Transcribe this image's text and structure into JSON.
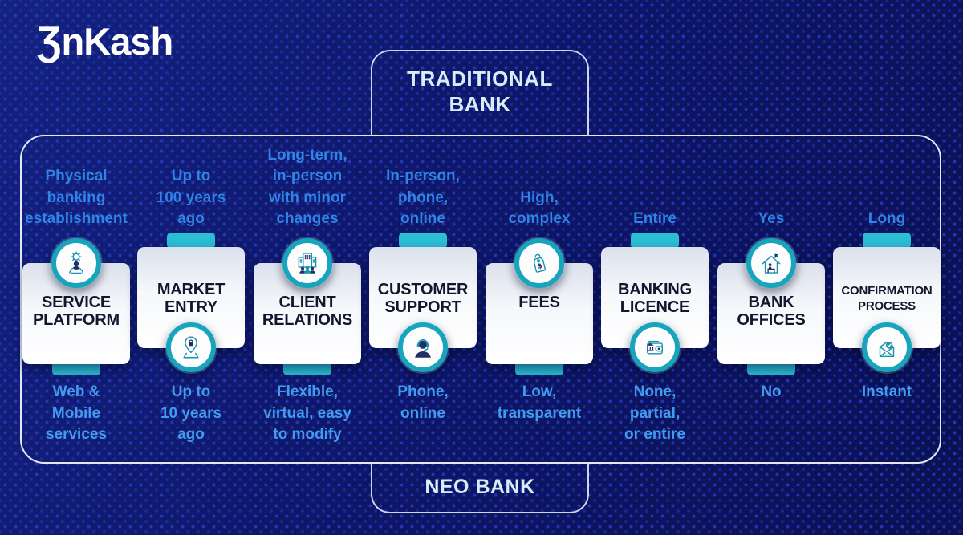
{
  "brand": {
    "logo_glyph": "Ʒ",
    "logo_rest": "nKash"
  },
  "labels": {
    "traditional": "TRADITIONAL\nBANK",
    "neo": "NEO BANK"
  },
  "colors": {
    "background_navy": "#0e1768",
    "dot_blue": "#2a3ed2",
    "accent_teal": "#2abfd5",
    "ring_teal": "#17a5be",
    "traditional_text_blue": "#2f84e4",
    "neo_text_blue": "#419cef",
    "label_light_blue": "#d6edfa",
    "card_title_dark": "#14162e"
  },
  "columns": [
    {
      "title": "SERVICE\nPLATFORM",
      "icon": "service-platform-icon",
      "traditional": "Physical\nbanking\nestablishment",
      "neo": "Web &\nMobile\nservices"
    },
    {
      "title": "MARKET\nENTRY",
      "icon": "market-entry-icon",
      "traditional": "Up to\n100 years\nago",
      "neo": "Up to\n10 years\nago"
    },
    {
      "title": "CLIENT\nRELATIONS",
      "icon": "client-relations-icon",
      "traditional": "Long-term,\nin-person\nwith minor\nchanges",
      "neo": "Flexible,\nvirtual, easy\nto modify"
    },
    {
      "title": "CUSTOMER\nSUPPORT",
      "icon": "customer-support-icon",
      "traditional": "In-person,\nphone,\nonline",
      "neo": "Phone,\nonline"
    },
    {
      "title": "FEES",
      "icon": "fees-icon",
      "traditional": "High,\ncomplex",
      "neo": "Low,\ntransparent"
    },
    {
      "title": "BANKING\nLICENCE",
      "icon": "banking-licence-icon",
      "traditional": "Entire",
      "neo": "None,\npartial,\nor entire"
    },
    {
      "title": "BANK\nOFFICES",
      "icon": "bank-offices-icon",
      "traditional": "Yes",
      "neo": "No"
    },
    {
      "title": "CONFIRMATION\nPROCESS",
      "icon": "confirmation-process-icon",
      "traditional": "Long",
      "neo": "Instant"
    }
  ]
}
